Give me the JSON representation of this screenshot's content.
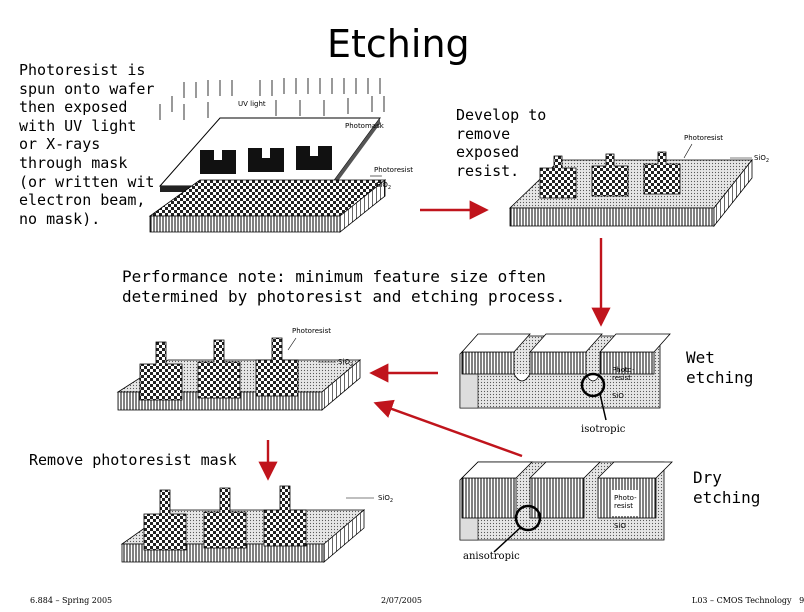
{
  "slide": {
    "title": "Etching",
    "intro_text": "Photoresist is\nspun onto wafer\nthen exposed\nwith UV light\nor X-rays\nthrough mask\n(or written wit\nelectron beam,\nno mask).",
    "develop_text": "Develop to\nremove\nexposed\nresist.",
    "performance_note": "Performance note: minimum feature size often\ndetermined by photoresist and etching process.",
    "wet_etching": "Wet\netching",
    "dry_etching": "Dry\netching",
    "remove_mask": "Remove photoresist mask",
    "isotropic": "isotropic",
    "anisotropic": "anisotropic",
    "footer_left": "6.884 – Spring 2005",
    "footer_center": "2/07/2005",
    "footer_right": "L03 – CMOS Technology   9"
  },
  "figure_labels": {
    "uv_light": "UV light",
    "photomask": "Photomask",
    "photoresist": "Photoresist",
    "sio2": "SiO",
    "sio2_sub": "2",
    "photo_resist_short": "Photo-\nresist"
  },
  "colors": {
    "arrow_red": "#c0141c",
    "ring": "#000000"
  }
}
